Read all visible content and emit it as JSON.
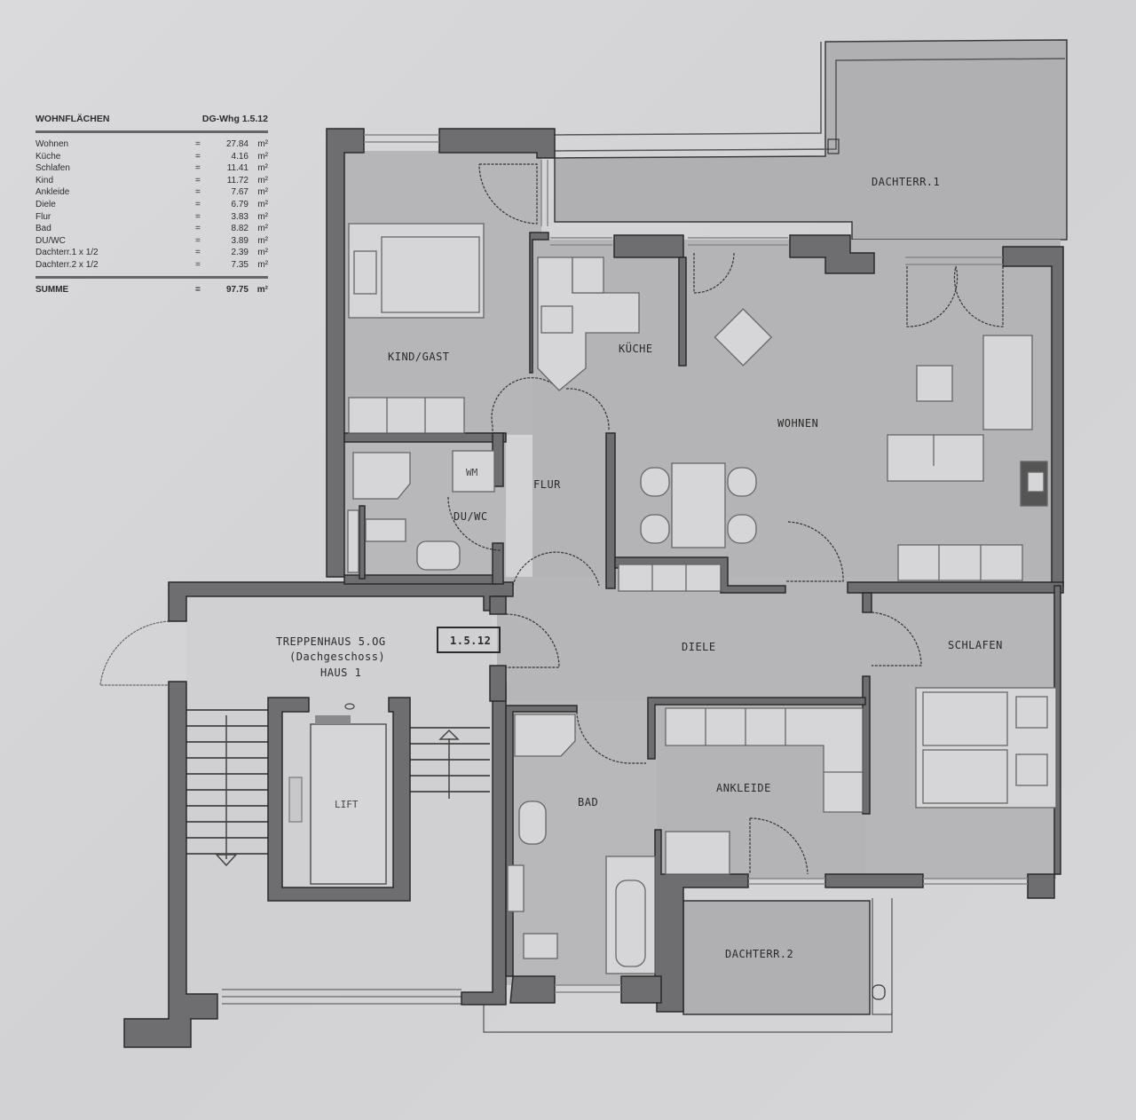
{
  "area_table": {
    "title": "WOHNFLÄCHEN",
    "unit_id": "DG-Whg 1.5.12",
    "rows": [
      {
        "label": "Wohnen",
        "eq": "=",
        "value": "27.84",
        "unit": "m²"
      },
      {
        "label": "Küche",
        "eq": "=",
        "value": "4.16",
        "unit": "m²"
      },
      {
        "label": "Schlafen",
        "eq": "=",
        "value": "11.41",
        "unit": "m²"
      },
      {
        "label": "Kind",
        "eq": "=",
        "value": "11.72",
        "unit": "m²"
      },
      {
        "label": "Ankleide",
        "eq": "=",
        "value": "7.67",
        "unit": "m²"
      },
      {
        "label": "Diele",
        "eq": "=",
        "value": "6.79",
        "unit": "m²"
      },
      {
        "label": "Flur",
        "eq": "=",
        "value": "3.83",
        "unit": "m²"
      },
      {
        "label": "Bad",
        "eq": "=",
        "value": "8.82",
        "unit": "m²"
      },
      {
        "label": "DU/WC",
        "eq": "=",
        "value": "3.89",
        "unit": "m²"
      },
      {
        "label": "Dachterr.1 x 1/2",
        "eq": "=",
        "value": "2.39",
        "unit": "m²"
      },
      {
        "label": "Dachterr.2 x 1/2",
        "eq": "=",
        "value": "7.35",
        "unit": "m²"
      }
    ],
    "sum": {
      "label": "SUMME",
      "eq": "=",
      "value": "97.75",
      "unit": "m²"
    }
  },
  "rooms": {
    "dachterr1": "DACHTERR.1",
    "kind_gast": "KIND/GAST",
    "kueche": "KÜCHE",
    "wohnen": "WOHNEN",
    "flur": "FLUR",
    "du_wc": "DU/WC",
    "wm": "WM",
    "diele": "DIELE",
    "schlafen": "SCHLAFEN",
    "ankleide": "ANKLEIDE",
    "bad": "BAD",
    "dachterr2": "DACHTERR.2",
    "lift": "LIFT"
  },
  "stairwell": {
    "line1": "TREPPENHAUS 5.OG",
    "line2": "(Dachgeschoss)",
    "line3": "HAUS 1",
    "unit_badge": "1.5.12"
  },
  "colors": {
    "paper": "#d4d4d6",
    "floor": "#b4b4b6",
    "wall": "#6e6e70",
    "wall_outline": "#2a2a2a",
    "furniture": "#d6d6d8",
    "terrace": "#b0b0b2",
    "stair": "#d0d0d2"
  }
}
